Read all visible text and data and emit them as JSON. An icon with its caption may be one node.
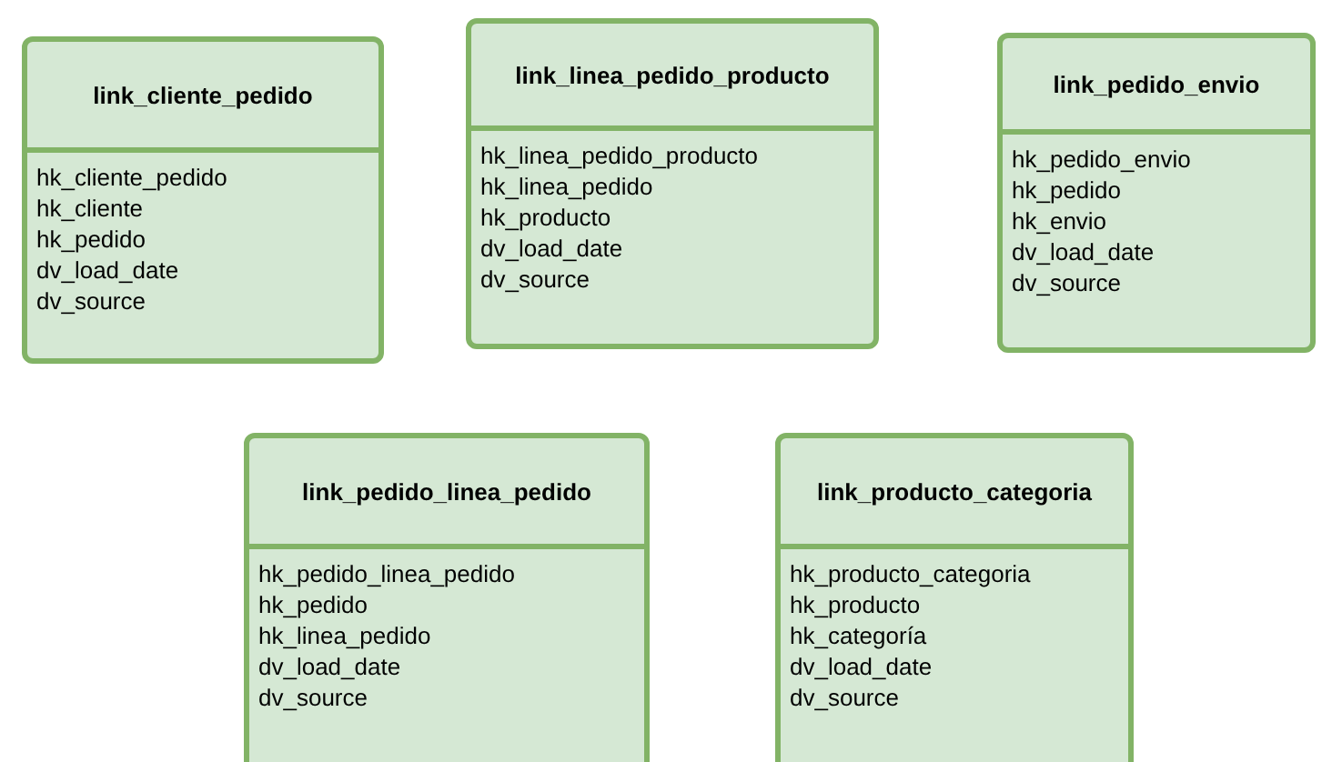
{
  "diagram": {
    "nodes": [
      {
        "text": [
          "link_cliente_pedido"
        ]
      },
      {
        "text": [
          "hk_cliente_pedido",
          "hk_cliente",
          "hk_pedido",
          "dv_load_date",
          "dv_source"
        ],
        "in": 0
      },
      {
        "text": [
          "link_linea_pedido_producto"
        ]
      },
      {
        "text": [
          "hk_linea_pedido_producto",
          "hk_linea_pedido",
          "hk_producto",
          "dv_load_date",
          "dv_source"
        ],
        "in": 2
      },
      {
        "text": [
          "link_pedido_envio"
        ]
      },
      {
        "text": [
          "hk_pedido_envio",
          "hk_pedido",
          "hk_envio",
          "dv_load_date",
          "dv_source"
        ],
        "in": 4
      },
      {
        "text": [
          "link_pedido_linea_pedido"
        ]
      },
      {
        "text": [
          "hk_pedido_linea_pedido",
          "hk_pedido",
          "hk_linea_pedido",
          "dv_load_date",
          "dv_source"
        ],
        "in": 6
      },
      {
        "text": [
          "link_producto_categoria"
        ]
      },
      {
        "text": [
          "hk_producto_categoria",
          "hk_producto",
          "hk_categoría",
          "dv_load_date",
          "dv_source"
        ],
        "in": 8
      }
    ]
  }
}
